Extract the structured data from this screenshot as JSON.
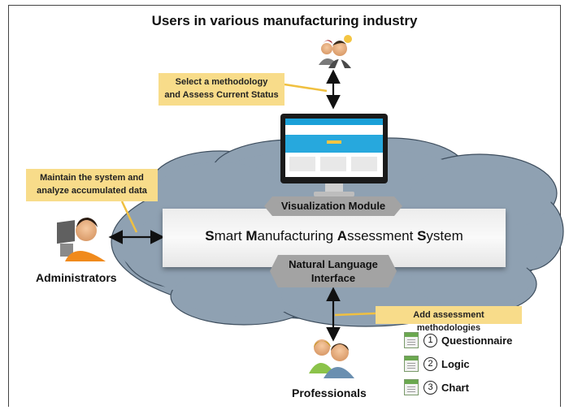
{
  "title": "Users in various manufacturing industry",
  "callouts": {
    "users": {
      "line1": "Select a methodology",
      "line2": "and Assess Current Status"
    },
    "admin": {
      "line1": "Maintain the system and",
      "line2": "analyze accumulated data"
    },
    "professionals": "Add assessment methodologies"
  },
  "actors": {
    "administrators": "Administrators",
    "professionals": "Professionals"
  },
  "system": {
    "name_parts": [
      {
        "initial": "S",
        "rest": "mart "
      },
      {
        "initial": "M",
        "rest": "anufacturing "
      },
      {
        "initial": "A",
        "rest": "ssessment "
      },
      {
        "initial": "S",
        "rest": "ystem"
      }
    ],
    "visualization_module": "Visualization Module",
    "nli": {
      "line1": "Natural Language",
      "line2": "Interface"
    }
  },
  "methodologies": [
    {
      "num": "1",
      "label": "Questionnaire"
    },
    {
      "num": "2",
      "label": "Logic"
    },
    {
      "num": "3",
      "label": "Chart"
    }
  ],
  "colors": {
    "cloud": "#8fa1b2",
    "callout": "#f8dc8a",
    "tab": "#a3a3a3",
    "callout_line": "#f0c040",
    "monitor_screen": "#1aa0d8"
  }
}
